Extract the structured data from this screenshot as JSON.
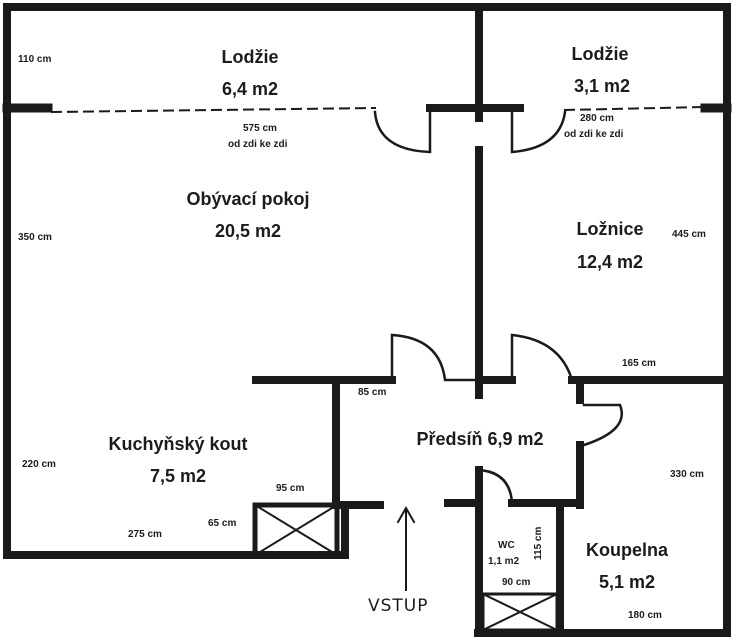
{
  "rooms": {
    "lodzie_left": {
      "name": "Lodžie",
      "area": "6,4 m2"
    },
    "lodzie_right": {
      "name": "Lodžie",
      "area": "3,1 m2"
    },
    "obyvaci": {
      "name": "Obývací pokoj",
      "area": "20,5 m2"
    },
    "loznice": {
      "name": "Ložnice",
      "area": "12,4 m2"
    },
    "kuchyn": {
      "name": "Kuchyňský kout",
      "area": "7,5 m2"
    },
    "predsin": {
      "name": "Předsíň 6,9 m2"
    },
    "wc": {
      "name": "WC",
      "area": "1,1 m2"
    },
    "koupelna": {
      "name": "Koupelna",
      "area": "5,1 m2"
    }
  },
  "dimensions": {
    "d110": "110 cm",
    "d575": "575 cm",
    "d575_note": "od zdi ke zdi",
    "d280": "280 cm",
    "d280_note": "od zdi ke zdi",
    "d350": "350 cm",
    "d445": "445 cm",
    "d165": "165 cm",
    "d85": "85 cm",
    "d220": "220 cm",
    "d95": "95 cm",
    "d65": "65 cm",
    "d275": "275 cm",
    "d330": "330 cm",
    "d115": "115 cm",
    "d90": "90 cm",
    "d180": "180 cm"
  },
  "entrance": {
    "label": "VSTUP"
  },
  "colors": {
    "wall": "#1a1a1a",
    "text": "#1c1c1c",
    "background": "#ffffff"
  }
}
